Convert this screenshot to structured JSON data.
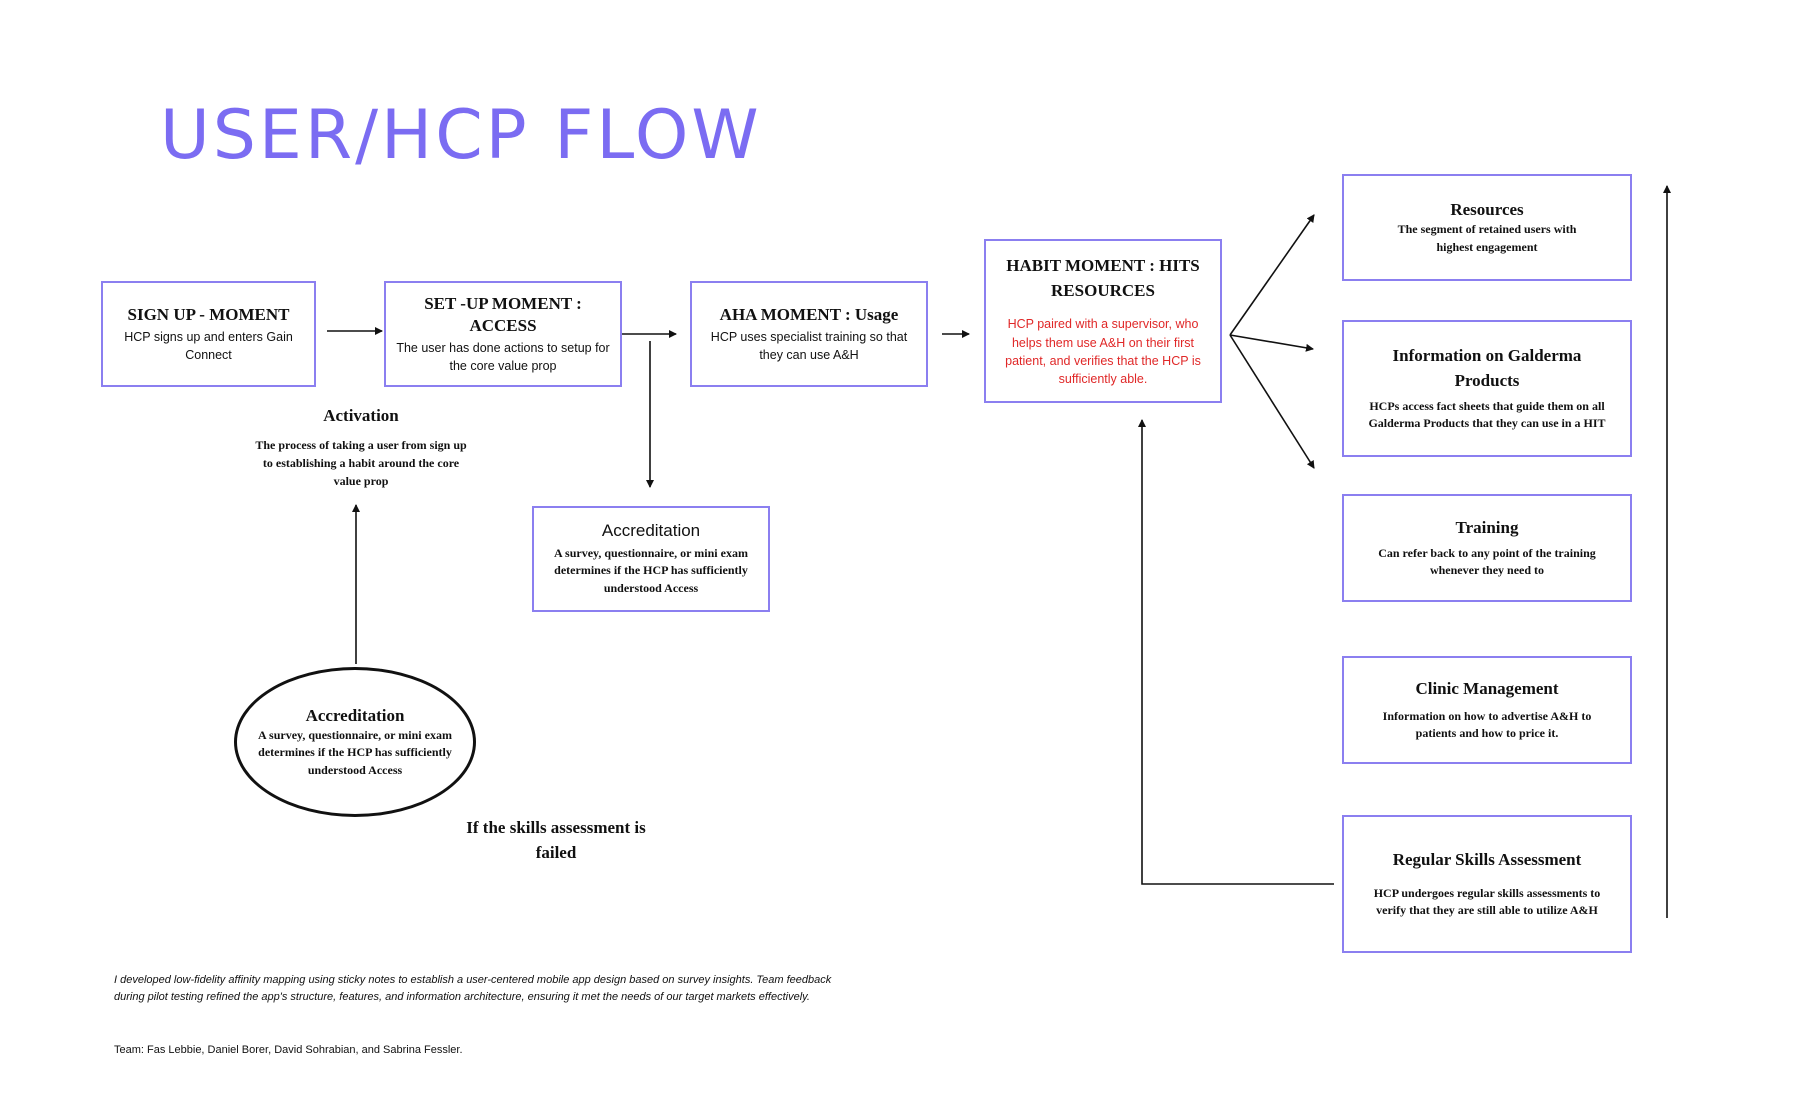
{
  "title": "USER/HCP FLOW",
  "accent_color": "#7b6cf2",
  "box_border_color": "#8b7ff0",
  "highlight_color": "#e02828",
  "flow": {
    "signup": {
      "title": "SIGN UP - MOMENT",
      "text": "HCP signs up and enters Gain Connect"
    },
    "setup": {
      "title": "SET -UP MOMENT : ACCESS",
      "text": "The user has done actions to setup for the core value prop"
    },
    "aha": {
      "title": "AHA MOMENT : Usage",
      "text": "HCP uses specialist training so that they can use A&H"
    },
    "habit": {
      "title": "HABIT MOMENT : HITS RESOURCES",
      "text": "HCP paired with a supervisor, who helps them use A&H on their first patient, and verifies that the HCP is sufficiently able."
    }
  },
  "activation": {
    "title": "Activation",
    "text": "The process of taking a user from sign up to establishing a habit around the core value prop"
  },
  "accreditation_box": {
    "title": "Accreditation",
    "text": "A survey, questionnaire, or mini exam determines if the HCP has sufficiently understood Access"
  },
  "accreditation_ellipse": {
    "title": "Accreditation",
    "text": "A survey, questionnaire, or mini exam determines if the HCP has sufficiently understood Access"
  },
  "failed_label": "If the skills assessment is failed",
  "resources": [
    {
      "title": "Resources",
      "text": "The segment of retained users with highest engagement"
    },
    {
      "title": "Information on Galderma Products",
      "text": "HCPs access fact sheets that guide them on all Galderma Products that they can use in a HIT"
    },
    {
      "title": "Training",
      "text": "Can refer back to any point of the training whenever they need to"
    },
    {
      "title": "Clinic Management",
      "text": "Information on how to advertise A&H to patients and how to price it."
    },
    {
      "title": "Regular Skills Assessment",
      "text": "HCP undergoes regular skills assessments to verify that they are still able to utilize A&H"
    }
  ],
  "footer": {
    "note": "I developed low-fidelity affinity mapping using sticky notes to establish a user-centered mobile app design based on survey insights. Team feedback during pilot testing refined the app's structure, features, and information architecture, ensuring it met the needs of our target markets effectively.",
    "team": "Team: Fas Lebbie, Daniel Borer, David Sohrabian, and Sabrina Fessler."
  }
}
